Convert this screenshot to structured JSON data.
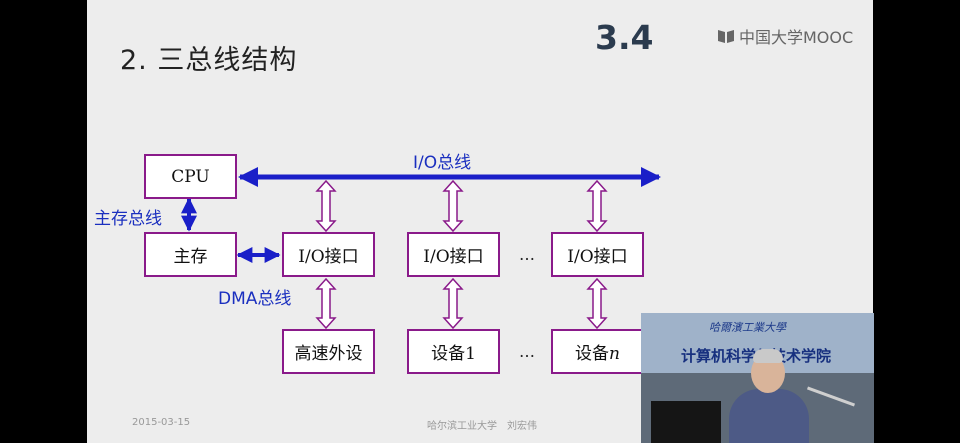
{
  "slide": {
    "title": "2. 三总线结构",
    "section_number": "3.4",
    "logo_text": "中国大学MOOC",
    "footer_date": "2015-03-15",
    "footer_org": "哈尔滨工业大学　刘宏伟"
  },
  "diagram": {
    "colors": {
      "bus_arrow": "#1a1fc8",
      "box_border": "#8a1a8a",
      "label": "#1a2fbf"
    },
    "boxes": {
      "cpu": "CPU",
      "main_memory": "主存",
      "io_interface_1": "I/O接口",
      "io_interface_2": "I/O接口",
      "io_interface_3": "I/O接口",
      "high_speed_peripheral": "高速外设",
      "device_1": "设备1",
      "device_n_prefix": "设备",
      "device_n_suffix": "n"
    },
    "labels": {
      "io_bus": "I/O总线",
      "memory_bus": "主存总线",
      "dma_bus": "DMA总线",
      "ellipsis": "…"
    }
  },
  "video_overlay": {
    "school_name": "哈爾濱工業大學",
    "department": "计算机科学与技术学院"
  }
}
